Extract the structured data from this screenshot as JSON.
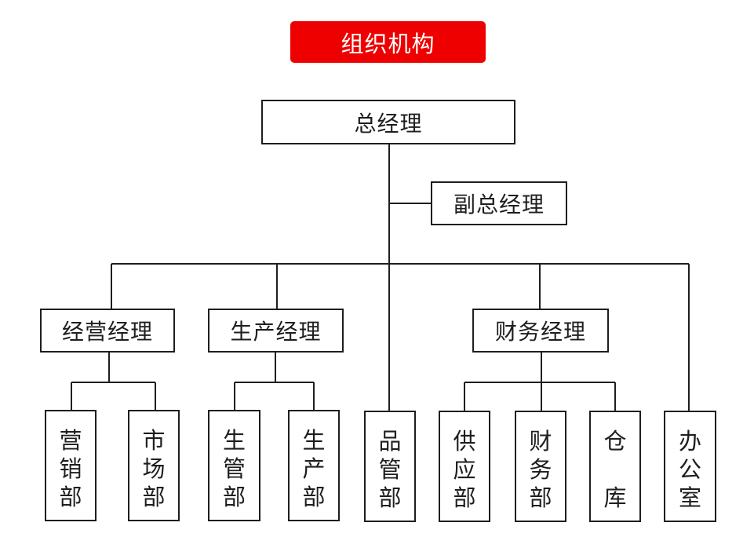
{
  "title": "组织机构",
  "colors": {
    "badge": "#ee0000",
    "badge_text": "#ffffff",
    "line": "#1e1e1e"
  },
  "nodes": {
    "gm": "总经理",
    "deputy_gm": "副总经理",
    "ops_manager": "经营经理",
    "prod_manager": "生产经理",
    "fin_manager": "财务经理",
    "dept_sales": [
      "营",
      "销",
      "部"
    ],
    "dept_market": [
      "市",
      "场",
      "部"
    ],
    "dept_prod_mgmt": [
      "生",
      "管",
      "部"
    ],
    "dept_production": [
      "生",
      "产",
      "部"
    ],
    "dept_quality": [
      "品",
      "管",
      "部"
    ],
    "dept_supply": [
      "供",
      "应",
      "部"
    ],
    "dept_finance": [
      "财",
      "务",
      "部"
    ],
    "dept_warehouse": [
      "仓",
      "",
      "库"
    ],
    "dept_office": [
      "办",
      "公",
      "室"
    ]
  }
}
